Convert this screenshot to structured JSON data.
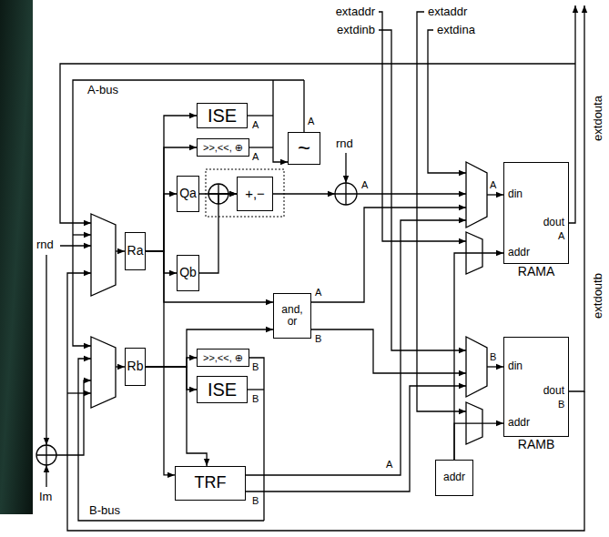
{
  "diagram": {
    "nodes": [
      {
        "text": [
          "ISE"
        ]
      },
      {
        "text": [
          ">>,<<, ⊕"
        ]
      },
      {
        "text": [
          "~"
        ]
      },
      {
        "text": [
          "Qa"
        ]
      },
      {
        "text": [
          "+,−"
        ]
      },
      {
        "text": [
          "Ra"
        ]
      },
      {
        "text": [
          "din",
          "dout",
          "addr",
          "RAMA"
        ]
      },
      {
        "text": [
          "Qb"
        ]
      },
      {
        "text": [
          "and, or"
        ]
      },
      {
        "text": [
          "din",
          "dout",
          "addr",
          "RAMB"
        ]
      },
      {
        "text": [
          "Rb"
        ]
      },
      {
        "text": [
          ">>,<<, ⊕"
        ]
      },
      {
        "text": [
          "ISE"
        ]
      },
      {
        "text": [
          "addr"
        ]
      },
      {
        "text": [
          "TRF"
        ]
      }
    ],
    "edges": [
      {
        "from": 5,
        "to": 3,
        "arrow": "to"
      },
      {
        "from": 5,
        "to": 7,
        "arrow": "to"
      },
      {
        "from": 5,
        "to": 0,
        "arrow": "to"
      },
      {
        "from": 5,
        "to": 1,
        "arrow": "to"
      },
      {
        "from": 5,
        "to": 8,
        "arrow": "to"
      },
      {
        "from": 5,
        "to": 14,
        "arrow": "to"
      },
      {
        "from": 3,
        "to": 4,
        "arrow": "to"
      },
      {
        "from": 7,
        "to": 4,
        "arrow": "to"
      },
      {
        "from": 10,
        "to": 11,
        "arrow": "to"
      },
      {
        "from": 10,
        "to": 12,
        "arrow": "to"
      },
      {
        "from": 10,
        "to": 8,
        "arrow": "to"
      },
      {
        "from": 10,
        "to": 14,
        "arrow": "to"
      },
      {
        "from": 13,
        "to": 6,
        "arrow": "to"
      },
      {
        "from": 13,
        "to": 9,
        "arrow": "to"
      }
    ],
    "labels": [
      "extaddr",
      "extdinb",
      "extaddr",
      "extdina",
      "extdouta",
      "A-bus",
      "A",
      "A",
      "rnd",
      "A",
      "A",
      "rnd",
      "A",
      "A",
      "extdoutb",
      "A",
      "B",
      "B",
      "B",
      "B",
      "B",
      "A",
      "Im",
      "B",
      "B-bus"
    ]
  }
}
